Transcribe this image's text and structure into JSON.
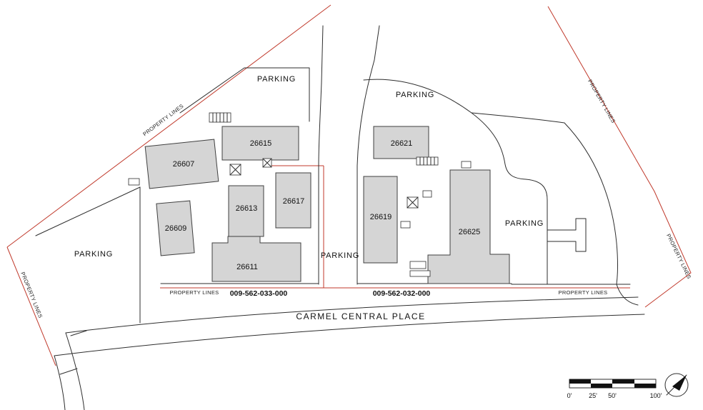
{
  "site_plan": {
    "street": {
      "name": "CARMEL CENTRAL PLACE"
    },
    "parcels": [
      {
        "apn": "009-562-033-000"
      },
      {
        "apn": "009-562-032-000"
      }
    ],
    "labels": {
      "parking": "PARKING",
      "property_lines": "PROPERTY LINES"
    },
    "buildings": [
      {
        "number": "26607"
      },
      {
        "number": "26615"
      },
      {
        "number": "26609"
      },
      {
        "number": "26613"
      },
      {
        "number": "26617"
      },
      {
        "number": "26611"
      },
      {
        "number": "26621"
      },
      {
        "number": "26619"
      },
      {
        "number": "26625"
      }
    ],
    "scale_bar": {
      "ticks": [
        "0'",
        "25'",
        "50'",
        "100'"
      ]
    },
    "icons": {
      "north_arrow": "compass-north-arrow"
    },
    "colors": {
      "property_line": "#c0392b",
      "building_fill": "#d5d5d5",
      "linework": "#2e2e2e",
      "background": "#ffffff"
    }
  }
}
